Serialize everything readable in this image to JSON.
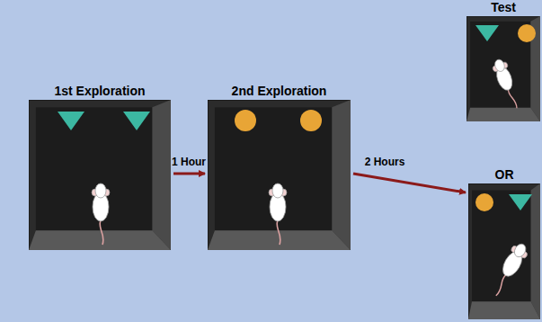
{
  "diagram": {
    "nodes": [
      {
        "text": [
          "1st Exploration"
        ]
      },
      {
        "text": [
          "2nd Exploration"
        ]
      },
      {
        "text": [
          "Test"
        ]
      },
      {
        "text": [
          "OR"
        ]
      }
    ],
    "edges": [
      {
        "from": 0,
        "to": 1,
        "arrow": "to",
        "label": "1 Hour"
      },
      {
        "from": 1,
        "to": 3,
        "arrow": "to",
        "label": "2 Hours"
      }
    ]
  }
}
